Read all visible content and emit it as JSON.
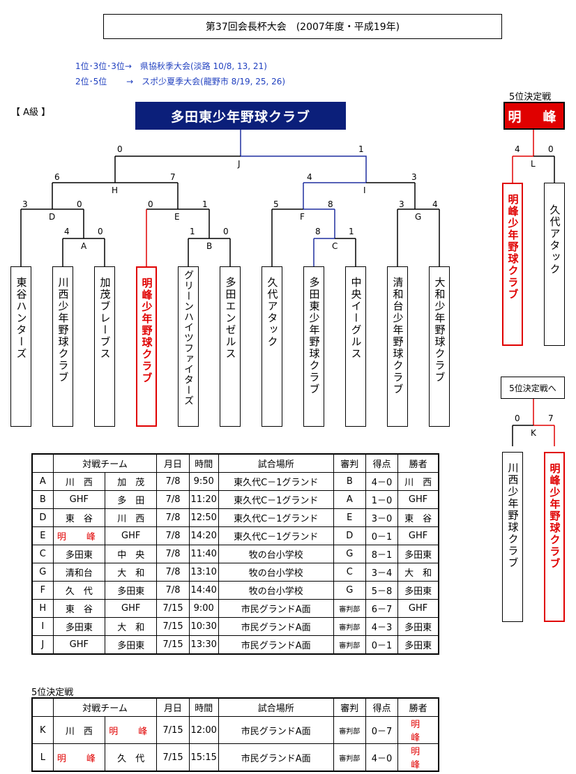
{
  "title": "第37回会長杯大会　(2007年度・平成19年)",
  "notes": [
    "1位･3位･3位→　県協秋季大会(淡路 10/8, 13, 21)",
    "2位･5位　　 →　スポ少夏季大会(龍野市 8/19, 25, 26)"
  ],
  "class_label": "【 A級 】",
  "champion": "多田東少年野球クラブ",
  "fifth_place_title": "5位決定戦",
  "fifth_place_winner": "明　峰",
  "to_fifth_label": "5位決定戦へ",
  "teams": [
    {
      "name": "東谷ハンターズ",
      "highlight": false
    },
    {
      "name": "川西少年野球クラブ",
      "highlight": false
    },
    {
      "name": "加茂ブレーブス",
      "highlight": false
    },
    {
      "name": "明峰少年野球クラブ",
      "highlight": true
    },
    {
      "name": "グリーンハイツファイターズ",
      "highlight": false
    },
    {
      "name": "多田エンゼルス",
      "highlight": false
    },
    {
      "name": "久代アタック",
      "highlight": false
    },
    {
      "name": "多田東少年野球クラブ",
      "highlight": false
    },
    {
      "name": "中央イーグルス",
      "highlight": false
    },
    {
      "name": "清和台少年野球クラブ",
      "highlight": false
    },
    {
      "name": "大和少年野球クラブ",
      "highlight": false
    }
  ],
  "fifth_teams_top": [
    {
      "name": "明峰少年野球クラブ",
      "highlight": true
    },
    {
      "name": "久代アタック",
      "highlight": false
    }
  ],
  "fifth_teams_bottom": [
    {
      "name": "川西少年野球クラブ",
      "highlight": false
    },
    {
      "name": "明峰少年野球クラブ",
      "highlight": true
    }
  ],
  "bracket_labels": {
    "A": "A",
    "B": "B",
    "C": "C",
    "D": "D",
    "E": "E",
    "F": "F",
    "G": "G",
    "H": "H",
    "I": "I",
    "J": "J",
    "K": "K",
    "L": "L"
  },
  "scores": {
    "J_left": "0",
    "J_right": "1",
    "H_left": "6",
    "H_right": "7",
    "I_left": "4",
    "I_right": "3",
    "D_left": "3",
    "D_right": "0",
    "E_left": "0",
    "E_right": "1",
    "F_left": "5",
    "F_right": "8",
    "G_left": "3",
    "G_right": "4",
    "A_left": "4",
    "A_right": "0",
    "B_left": "1",
    "B_right": "0",
    "C_left": "8",
    "C_right": "1",
    "L_left": "4",
    "L_right": "0",
    "K_left": "0",
    "K_right": "7"
  },
  "schedule": {
    "headers": [
      "",
      "対戦チーム",
      "月日",
      "時間",
      "試合場所",
      "審判",
      "得点",
      "勝者"
    ],
    "rows": [
      {
        "id": "A",
        "t1": "川　西",
        "t2": "加　茂",
        "date": "7/8",
        "time": "9:50",
        "place": "東久代C－1グランド",
        "ump": "B",
        "score": "4－0",
        "winner": "川　西"
      },
      {
        "id": "B",
        "t1": "GHF",
        "t2": "多　田",
        "date": "7/8",
        "time": "11:20",
        "place": "東久代C－1グランド",
        "ump": "A",
        "score": "1－0",
        "winner": "GHF"
      },
      {
        "id": "D",
        "t1": "東　谷",
        "t2": "川　西",
        "date": "7/8",
        "time": "12:50",
        "place": "東久代C－1グランド",
        "ump": "E",
        "score": "3－0",
        "winner": "東　谷"
      },
      {
        "id": "E",
        "t1": "明　峰",
        "t2": "GHF",
        "date": "7/8",
        "time": "14:20",
        "place": "東久代C－1グランド",
        "ump": "D",
        "score": "0－1",
        "winner": "GHF"
      },
      {
        "id": "C",
        "t1": "多田東",
        "t2": "中　央",
        "date": "7/8",
        "time": "11:40",
        "place": "牧の台小学校",
        "ump": "G",
        "score": "8－1",
        "winner": "多田東"
      },
      {
        "id": "G",
        "t1": "清和台",
        "t2": "大　和",
        "date": "7/8",
        "time": "13:10",
        "place": "牧の台小学校",
        "ump": "C",
        "score": "3－4",
        "winner": "大　和"
      },
      {
        "id": "F",
        "t1": "久　代",
        "t2": "多田東",
        "date": "7/8",
        "time": "14:40",
        "place": "牧の台小学校",
        "ump": "G",
        "score": "5－8",
        "winner": "多田東"
      },
      {
        "id": "H",
        "t1": "東　谷",
        "t2": "GHF",
        "date": "7/15",
        "time": "9:00",
        "place": "市民グランドA面",
        "ump": "審判部",
        "score": "6－7",
        "winner": "GHF"
      },
      {
        "id": "I",
        "t1": "多田東",
        "t2": "大　和",
        "date": "7/15",
        "time": "10:30",
        "place": "市民グランドA面",
        "ump": "審判部",
        "score": "4－3",
        "winner": "多田東"
      },
      {
        "id": "J",
        "t1": "GHF",
        "t2": "多田東",
        "date": "7/15",
        "time": "13:30",
        "place": "市民グランドA面",
        "ump": "審判部",
        "score": "0－1",
        "winner": "多田東"
      }
    ]
  },
  "schedule2_title": "5位決定戦",
  "schedule2": {
    "headers": [
      "",
      "対戦チーム",
      "月日",
      "時間",
      "試合場所",
      "審判",
      "得点",
      "勝者"
    ],
    "rows": [
      {
        "id": "K",
        "t1": "川　西",
        "t2": "明　峰",
        "date": "7/15",
        "time": "12:00",
        "place": "市民グランドA面",
        "ump": "審判部",
        "score": "0－7",
        "winner": "明　峰"
      },
      {
        "id": "L",
        "t1": "明　峰",
        "t2": "久　代",
        "date": "7/15",
        "time": "15:15",
        "place": "市民グランドA面",
        "ump": "審判部",
        "score": "4－0",
        "winner": "明　峰"
      }
    ]
  },
  "highlight_team_short": "明　峰",
  "colors": {
    "navy": "#0b1f7a",
    "red": "#e00000",
    "blue": "#1f3fbf",
    "bracket_blue": "#1f2f9f"
  }
}
